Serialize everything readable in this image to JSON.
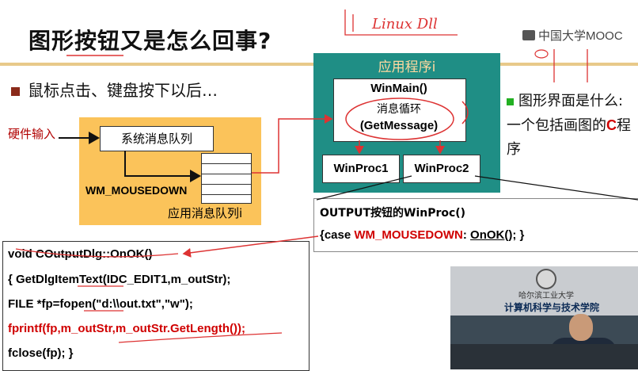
{
  "slide": {
    "title": "图形按钮又是怎么回事?",
    "bullet1": "鼠标点击、键盘按下以后…",
    "mooc": "中国大学MOOC",
    "handwriting": "Linux Dll"
  },
  "diagram": {
    "hardware_input": "硬件输入",
    "system_queue": "系统消息队列",
    "wm_mousedown": "WM_MOUSEDOWN",
    "app_queue_label": "应用消息队列i",
    "app_panel_title": "应用程序i",
    "winmain_line1": "WinMain()",
    "winmain_line2": "消息循环",
    "winmain_line3": "(GetMessage)",
    "winproc1": "WinProc1",
    "winproc2": "WinProc2"
  },
  "side_bullet": {
    "text_a": "图形界面是什么:一个包括画图的",
    "text_c": "C",
    "text_b": "程序"
  },
  "output_box": {
    "line1": "OUTPUT按钮的WinProc()",
    "line2_a": "{case ",
    "line2_red": "WM_MOUSEDOWN",
    "line2_b": ": ",
    "line2_fn": "OnOK",
    "line2_c": "(); }"
  },
  "code": {
    "line1": "void COutputDlg::OnOK()",
    "line2": "{  GetDlgItemText(IDC_EDIT1,m_outStr);",
    "line3": "   FILE *fp=fopen(\"d:\\\\out.txt\",\"w\");",
    "line4": "   fprintf(fp,m_outStr,m_outStr.GetLength());",
    "line5": "   fclose(fp); }"
  },
  "video": {
    "sign_line1": "哈尔滨工业大学",
    "sign_line2": "计算机科学与技术学院"
  },
  "colors": {
    "accent_red": "#d00000",
    "panel_orange": "#fbc35a",
    "panel_teal": "#1f8e85",
    "bullet_brown": "#8a2a1a",
    "bullet_green": "#22b022"
  }
}
